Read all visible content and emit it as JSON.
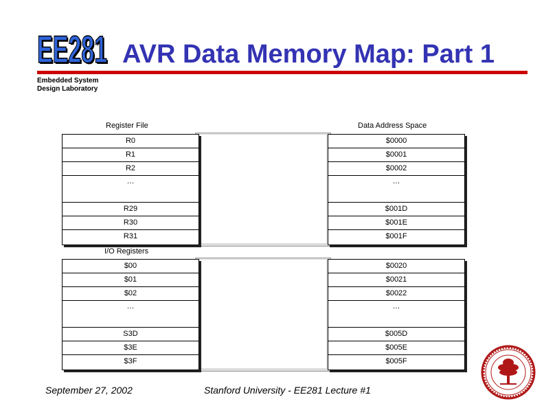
{
  "header": {
    "logo_text": "EE281",
    "title": "AVR Data Memory Map: Part 1",
    "subtitle_line1": "Embedded System",
    "subtitle_line2": "Design Laboratory"
  },
  "register_file": {
    "left_heading": "Register File",
    "right_heading": "Data Address Space",
    "rows": [
      {
        "left": "R0",
        "right": "$0000"
      },
      {
        "left": "R1",
        "right": "$0001"
      },
      {
        "left": "R2",
        "right": "$0002"
      },
      {
        "left": "…",
        "right": "…"
      },
      {
        "left": "R29",
        "right": "$001D"
      },
      {
        "left": "R30",
        "right": "$001E"
      },
      {
        "left": "R31",
        "right": "$001F"
      }
    ]
  },
  "io_registers": {
    "left_heading": "I/O Registers",
    "rows": [
      {
        "left": "$00",
        "right": "$0020"
      },
      {
        "left": "$01",
        "right": "$0021"
      },
      {
        "left": "$02",
        "right": "$0022"
      },
      {
        "left": "…",
        "right": "…"
      },
      {
        "left": "S3D",
        "right": "$005D"
      },
      {
        "left": "$3E",
        "right": "$005E"
      },
      {
        "left": "$3F",
        "right": "$005F"
      }
    ]
  },
  "footer": {
    "date": "September 27, 2002",
    "course": "Stanford University - EE281 Lecture #1"
  },
  "colors": {
    "title": "#3333b3",
    "rule": "#cc0000",
    "logo_fill": "#2f63d8",
    "seal": "#b01818"
  }
}
